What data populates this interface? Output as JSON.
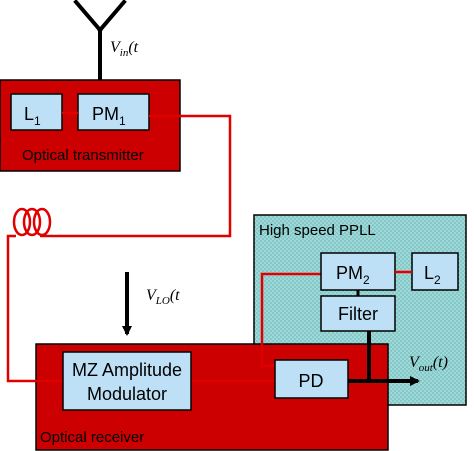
{
  "colors": {
    "red_block": "#cc0000",
    "cyan_block": "#9fd8d8",
    "component_fill": "#bde0f6",
    "fiber": "#e00000",
    "wire": "#000000"
  },
  "icons": {
    "antenna": "antenna-icon",
    "fiber_coil": "fiber-coil-icon"
  },
  "transmitter": {
    "label": "Optical transmitter",
    "l1_main": "L",
    "l1_sub": "1",
    "pm1_main": "PM",
    "pm1_sub": "1"
  },
  "input_signal": {
    "main": "V",
    "sub": "in",
    "tail": "(t"
  },
  "lo_signal": {
    "main": "V",
    "sub": "LO",
    "tail": "(t"
  },
  "receiver": {
    "label": "Optical receiver",
    "mz_line1": "MZ Amplitude",
    "mz_line2": "Modulator",
    "pd": "PD"
  },
  "ppll": {
    "label": "High speed PPLL",
    "pm2_main": "PM",
    "pm2_sub": "2",
    "l2_main": "L",
    "l2_sub": "2",
    "filter": "Filter"
  },
  "output_signal": {
    "main": "V",
    "sub": "out",
    "tail": "(t)"
  }
}
